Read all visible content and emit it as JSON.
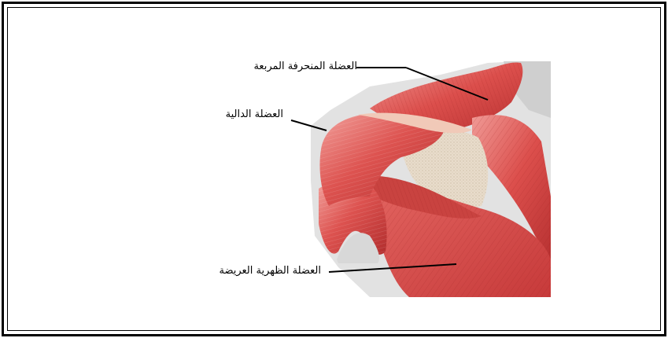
{
  "labels": {
    "trapezius": "العضلة المنحرفة المربعة",
    "deltoid": "العضلة الدالية",
    "latissimus": "العضلة الظهرية العريضة"
  },
  "colors": {
    "muscle": "#d84a4a",
    "muscle_light": "#ef8a86",
    "muscle_dark": "#a82a2a",
    "bone": "#e6dccd",
    "skin": "#dcdcdc",
    "frame": "#000000"
  }
}
